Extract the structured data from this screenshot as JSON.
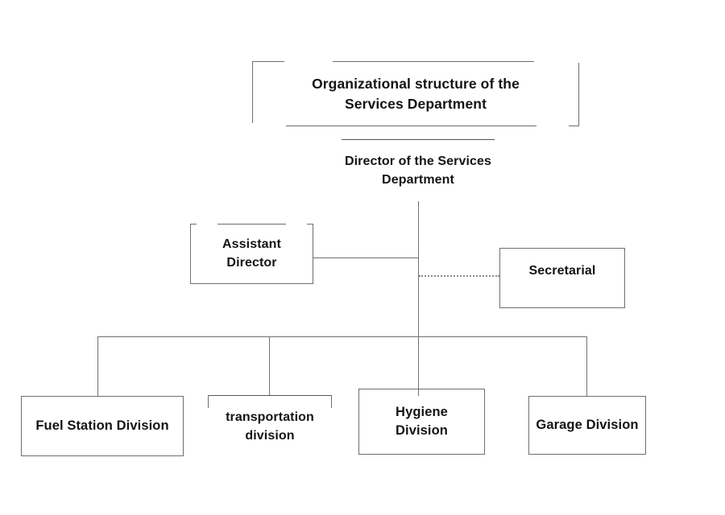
{
  "diagram": {
    "type": "organizational-chart",
    "title": "Organizational structure of the Services Department",
    "background_color": "#ffffff",
    "line_color": "#707070",
    "box_border_color": "#6e6e6e",
    "text_color": "#141414"
  },
  "nodes": {
    "title": {
      "label": "Organizational structure of the\nServices Department",
      "line1": "Organizational structure of the",
      "line2": "Services Department",
      "style": "broken-corner-box"
    },
    "director": {
      "label": "Director of the Services\nDepartment",
      "line1": "Director of the Services",
      "line2": "Department",
      "style": "top-rule-only"
    },
    "assistant_director": {
      "label": "Assistant\nDirector",
      "line1": "Assistant",
      "line2": "Director",
      "style": "boxed-notched-top"
    },
    "secretarial": {
      "label": "Secretarial",
      "style": "boxed",
      "connector": "dotted"
    },
    "divisions": [
      {
        "label": "Fuel Station Division",
        "style": "boxed"
      },
      {
        "label": "transportation\ndivision",
        "style": "top-rule-only"
      },
      {
        "label": "Hygiene\nDivision",
        "style": "boxed"
      },
      {
        "label": "Garage Division",
        "style": "boxed"
      }
    ]
  }
}
